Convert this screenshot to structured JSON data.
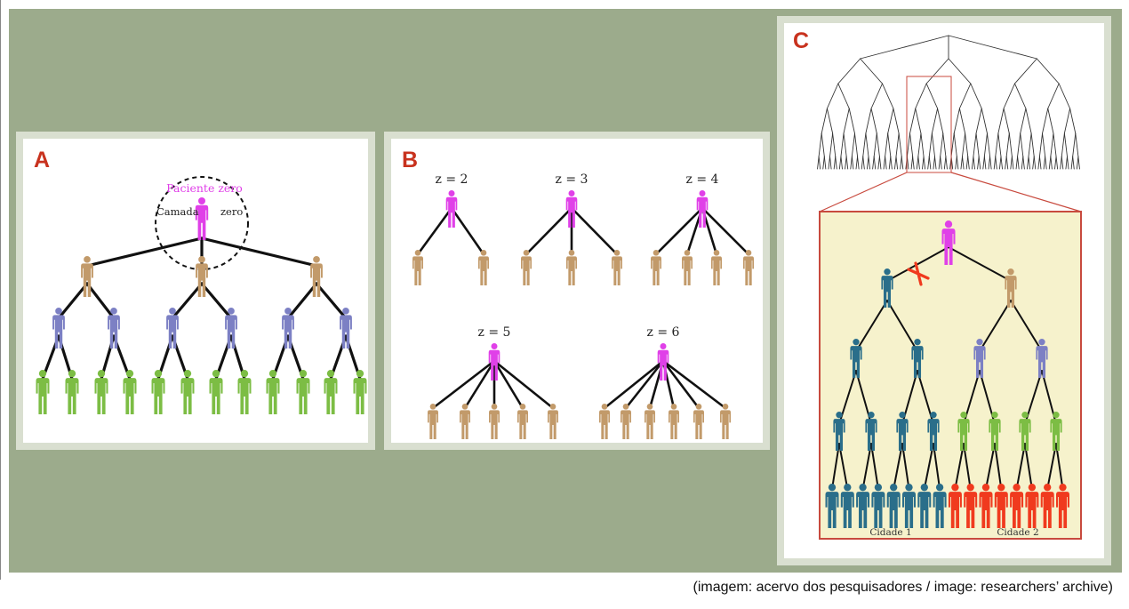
{
  "panels": {
    "a": {
      "letter": "A",
      "patient_zero_label": "Paciente zero",
      "camada_label": "Camada",
      "zero_label": "zero"
    },
    "b": {
      "letter": "B",
      "z_labels": [
        "z = 2",
        "z = 3",
        "z = 4",
        "z = 5",
        "z = 6"
      ]
    },
    "c": {
      "letter": "C",
      "city1_label": "Cidade 1",
      "city2_label": "Cidade 2"
    }
  },
  "caption": "(imagem: acervo dos pesquisadores / image: researchers’ archive)",
  "colors": {
    "background": "#9cab8c",
    "panel_border": "#d9dfd0",
    "letter": "#c8321e",
    "magenta": "#e040e8",
    "tan": "#c29a6a",
    "purple": "#7c80c4",
    "green": "#7cbd44",
    "teal": "#2a6e8a",
    "red": "#f03a1e",
    "zoom_bg": "#f6f2cc",
    "zoom_border": "#c84a3e",
    "line": "#111111"
  }
}
